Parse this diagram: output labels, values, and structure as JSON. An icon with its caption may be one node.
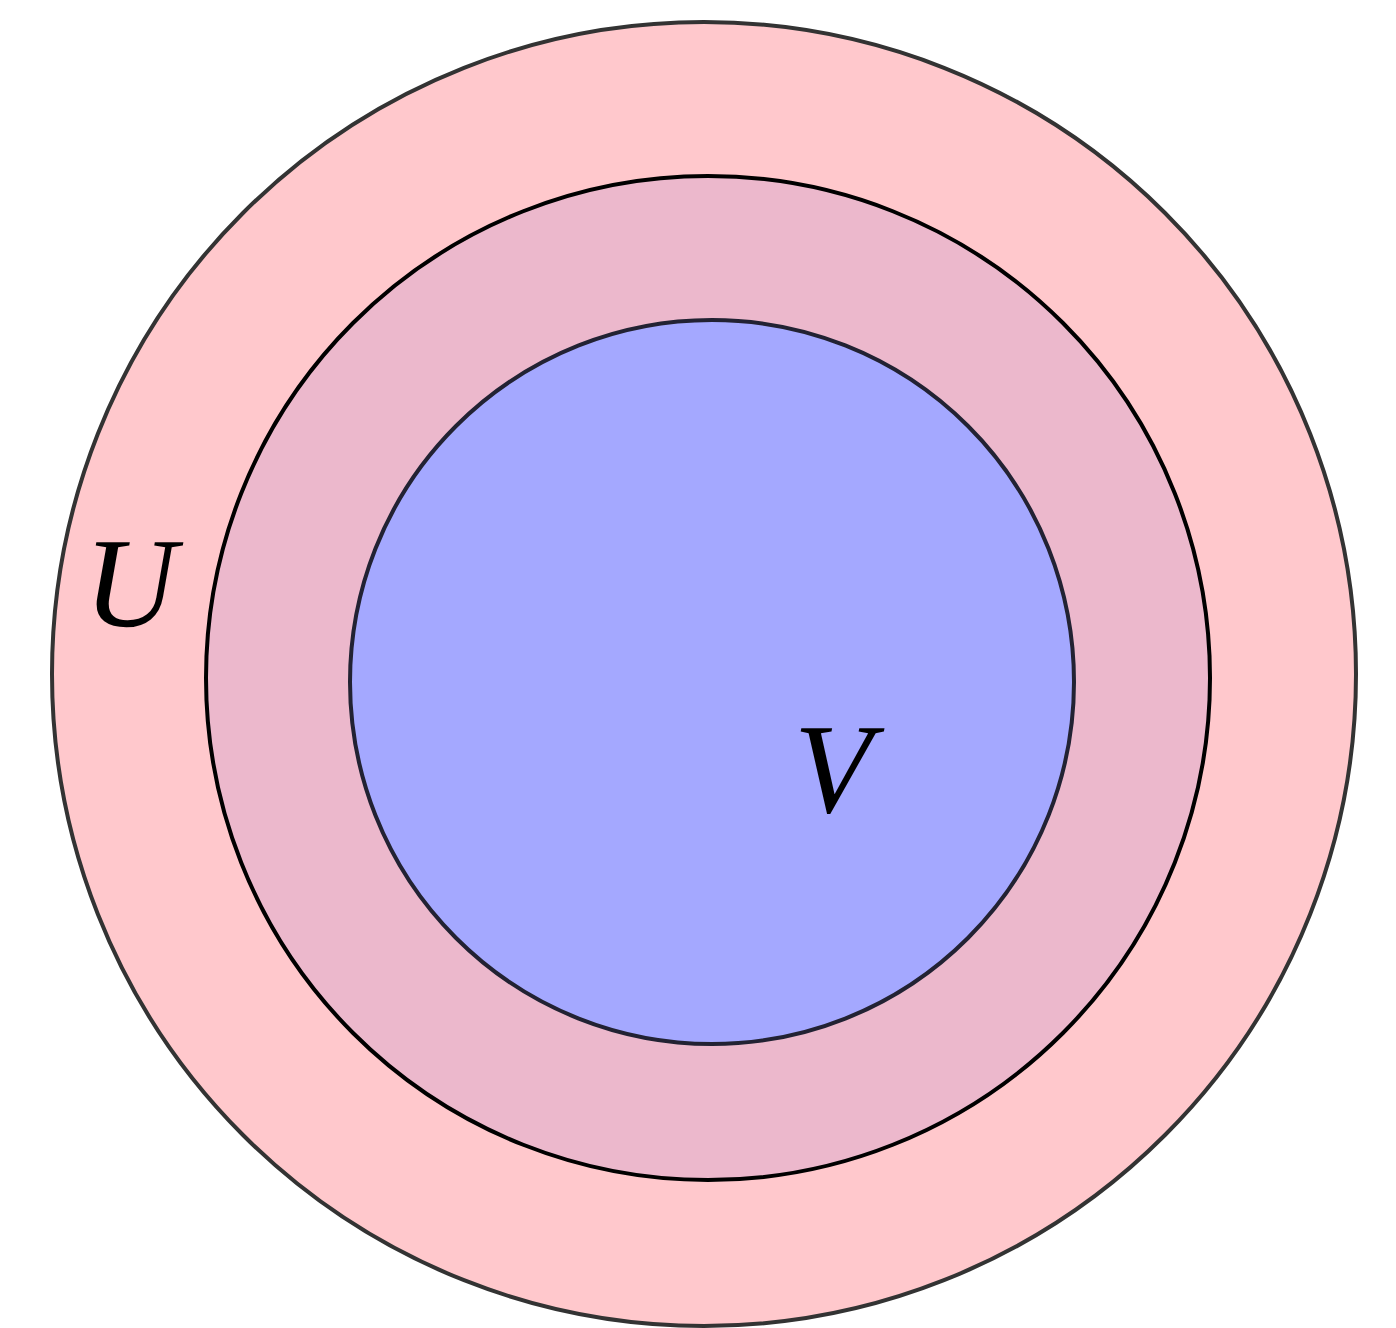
{
  "diagram": {
    "nodes": [
      {
        "text": [
          "U"
        ]
      },
      {
        "text": [],
        "shape": "circle",
        "in": 0
      },
      {
        "text": [
          "V"
        ],
        "in": 1
      }
    ]
  }
}
